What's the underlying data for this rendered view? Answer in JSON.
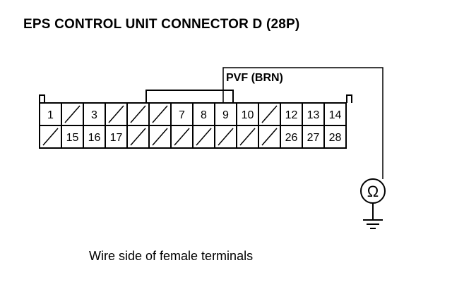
{
  "title": "EPS CONTROL UNIT CONNECTOR D (28P)",
  "caption": "Wire side of female terminals",
  "probe_label": "PVF (BRN)",
  "meter_symbol": "Ω",
  "connector": {
    "top_row": [
      "1",
      "",
      "3",
      "",
      "",
      "",
      "7",
      "8",
      "9",
      "10",
      "",
      "12",
      "13",
      "14"
    ],
    "bottom_row": [
      "",
      "15",
      "16",
      "17",
      "",
      "",
      "",
      "",
      "",
      "",
      "",
      "26",
      "27",
      "28"
    ],
    "probed_terminal": "9"
  }
}
